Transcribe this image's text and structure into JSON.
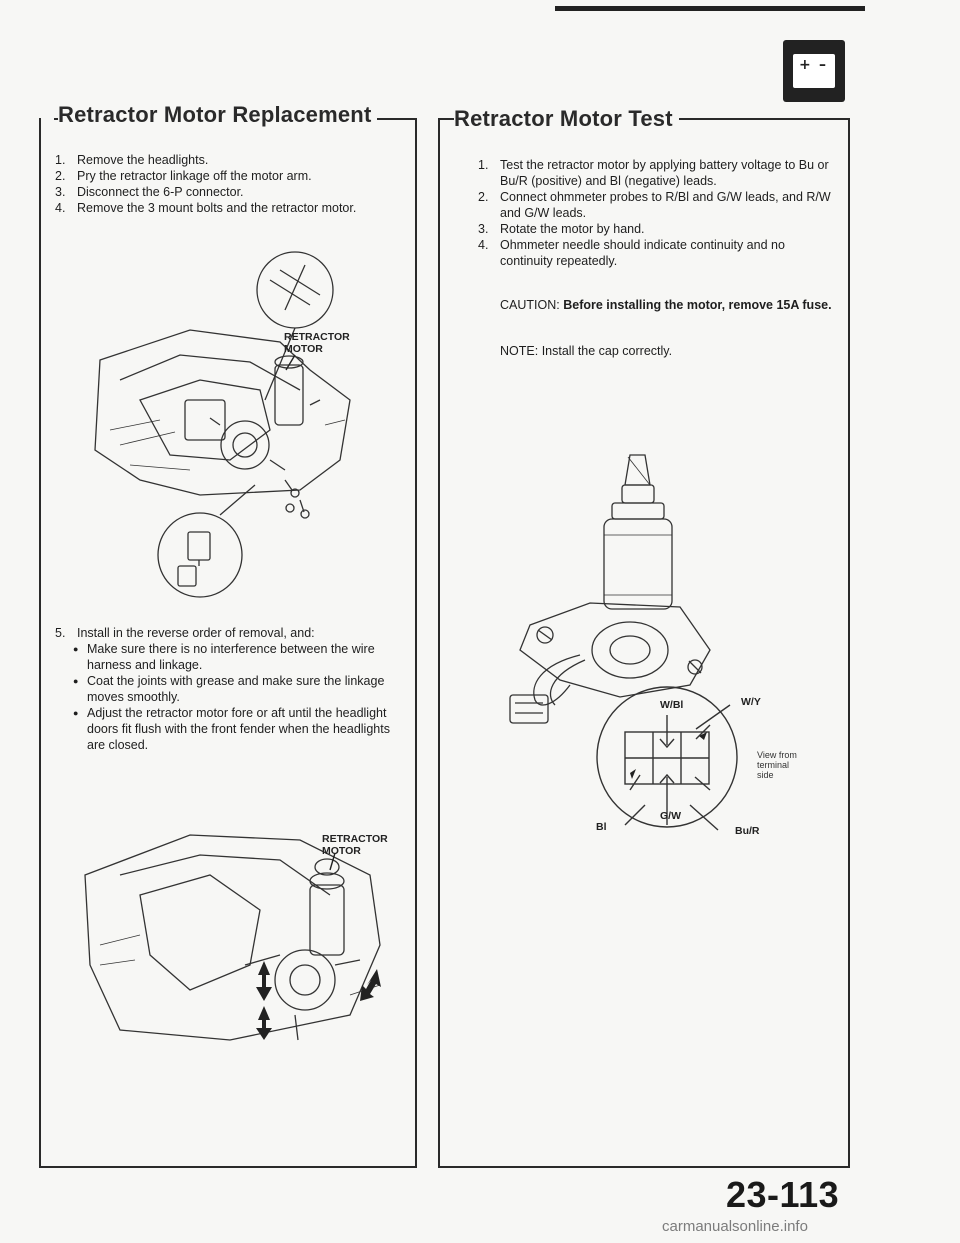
{
  "left": {
    "title": "Retractor Motor Replacement",
    "steps": [
      {
        "num": "1.",
        "text": "Remove the headlights."
      },
      {
        "num": "2.",
        "text": "Pry the retractor linkage off the motor arm."
      },
      {
        "num": "3.",
        "text": "Disconnect the 6-P connector."
      },
      {
        "num": "4.",
        "text": "Remove the 3 mount bolts and the retractor motor."
      }
    ],
    "figure1_label": "RETRACTOR\nMOTOR",
    "step5": {
      "num": "5.",
      "text": "Install in the reverse order of removal, and:",
      "bullets": [
        "Make sure there is no interference between the wire harness and linkage.",
        "Coat the joints with grease and make sure the linkage moves smoothly.",
        "Adjust the retractor motor fore or aft until the headlight doors fit flush with the front fender when the headlights are closed."
      ]
    },
    "figure2_label": "RETRACTOR\nMOTOR"
  },
  "right": {
    "title": "Retractor Motor Test",
    "steps": [
      {
        "num": "1.",
        "text": "Test the retractor motor by applying battery voltage to Bu or Bu/R (positive) and Bl (negative) leads."
      },
      {
        "num": "2.",
        "text": "Connect ohmmeter probes to R/Bl and G/W leads, and R/W and G/W leads."
      },
      {
        "num": "3.",
        "text": "Rotate the motor by hand."
      },
      {
        "num": "4.",
        "text": "Ohmmeter needle should indicate continuity and no continuity repeatedly."
      }
    ],
    "caution_label": "CAUTION:",
    "caution_text": "Before installing the motor, remove 15A fuse.",
    "note_label": "NOTE:",
    "note_text": "Install the cap correctly.",
    "connector": {
      "wbl": "W/Bl",
      "wy": "W/Y",
      "bl": "Bl",
      "gw": "G/W",
      "bur": "Bu/R",
      "view": "View from\nterminal\nside"
    }
  },
  "battery_icon": {
    "plus": "+",
    "minus": "–"
  },
  "page_number": "23-113",
  "watermark": "carmanualsonline.info"
}
